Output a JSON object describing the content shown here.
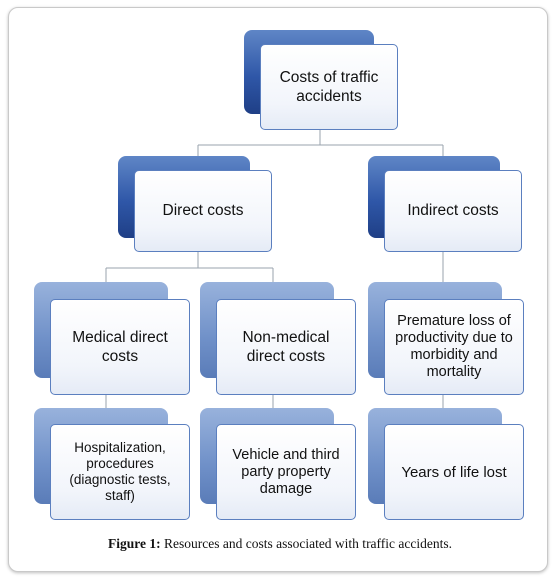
{
  "diagram": {
    "root": "Costs of traffic accidents",
    "direct": "Direct costs",
    "indirect": "Indirect costs",
    "medical_direct": "Medical direct costs",
    "nonmedical_direct": "Non-medical direct costs",
    "premature_loss": "Premature loss of productivity due to morbidity and mortality",
    "hospitalization": "Hospitalization, procedures (diagnostic tests, staff)",
    "vehicle_damage": "Vehicle and third party property damage",
    "years_lost": "Years of life lost"
  },
  "caption": {
    "label": "Figure 1:",
    "text": "Resources and costs associated with traffic accidents."
  }
}
